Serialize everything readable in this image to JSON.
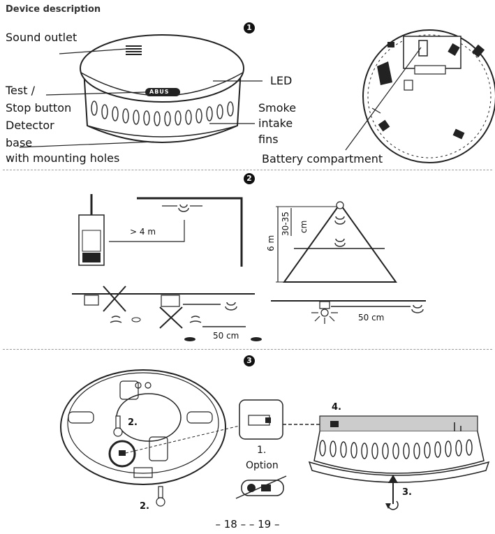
{
  "heading": "Device description",
  "section_numbers": [
    "1",
    "2",
    "3"
  ],
  "section1": {
    "sound_outlet": "Sound outlet",
    "led": "LED",
    "test_stop_line1": "Test /",
    "test_stop_line2": "Stop button",
    "detector_line1": "Detector",
    "detector_line2": "base",
    "detector_line3": "with mounting holes",
    "smoke_line1": "Smoke",
    "smoke_line2": "intake",
    "smoke_line3": "fins",
    "battery": "Battery compartment",
    "brand_logo": "ABUS"
  },
  "section2": {
    "distance_wall": "> 4 m",
    "distance_roof": "30-35",
    "distance_roof_unit": "cm",
    "height": "6 m",
    "distance_lamp_1": "50 cm",
    "distance_lamp_2": "50 cm"
  },
  "section3": {
    "step1_number": "1.",
    "step1_label": "Option",
    "step2_top": "2.",
    "step2_bottom": "2.",
    "step3": "3.",
    "step4": "4."
  },
  "footer": "– 18 – – 19 –"
}
